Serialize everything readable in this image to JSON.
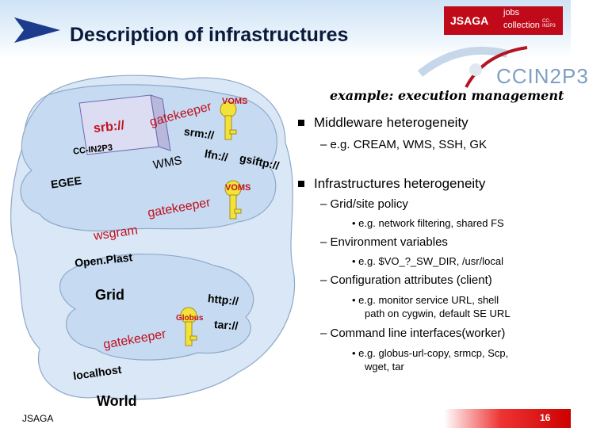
{
  "header": {
    "title": "Description of infrastructures",
    "logo": {
      "name": "JSAGA",
      "jobs": "jobs",
      "collection": "collection",
      "small": "CC-IN2P3"
    },
    "ccin_logo": "CCIN2P3"
  },
  "example_caption": "example: execution management",
  "bullets": [
    {
      "level": 1,
      "text": "Middleware heterogeneity"
    },
    {
      "level": 2,
      "text": "– e.g. CREAM, WMS, SSH, GK"
    },
    {
      "level": 1,
      "text": "Infrastructures heterogeneity"
    },
    {
      "level": 2,
      "text": "– Grid/site policy"
    },
    {
      "level": 3,
      "text": "• e.g. network filtering, shared FS"
    },
    {
      "level": 2,
      "text": "– Environment variables"
    },
    {
      "level": 3,
      "text": "• e.g. $VO_?_SW_DIR, /usr/local"
    },
    {
      "level": 2,
      "text": "– Configuration attributes (client)"
    },
    {
      "level": 3,
      "text": "• e.g. monitor service URL, shell"
    },
    {
      "level": 3,
      "text": "path on cygwin, default SE URL"
    },
    {
      "level": 2,
      "text": "– Command line interfaces(worker)"
    },
    {
      "level": 3,
      "text": "• e.g. globus-url-copy, srmcp, Scp,"
    },
    {
      "level": 3,
      "text": "wget, tar"
    }
  ],
  "diagram": {
    "srb": "srb://",
    "ccin2p3": "CC-IN2P3",
    "gatekeeper_top": "gatekeeper",
    "voms_top": "VOMS",
    "srm": "srm://",
    "wms": "WMS",
    "lfn": "lfn://",
    "gsiftp": "gsiftp://",
    "egee": "EGEE",
    "voms_mid": "VOMS",
    "gatekeeper_mid": "gatekeeper",
    "wsgram": "wsgram",
    "openplast": "Open.Plast",
    "grid": "Grid",
    "http": "http://",
    "globus": "Globus",
    "tar": "tar://",
    "gatekeeper_low": "gatekeeper",
    "localhost": "localhost",
    "world": "World"
  },
  "footer": {
    "left": "JSAGA",
    "page": "16"
  },
  "colors": {
    "accent_red": "#c00a1a",
    "cloud_blue": "#cfe0f3",
    "key_yellow": "#f3e23a"
  }
}
